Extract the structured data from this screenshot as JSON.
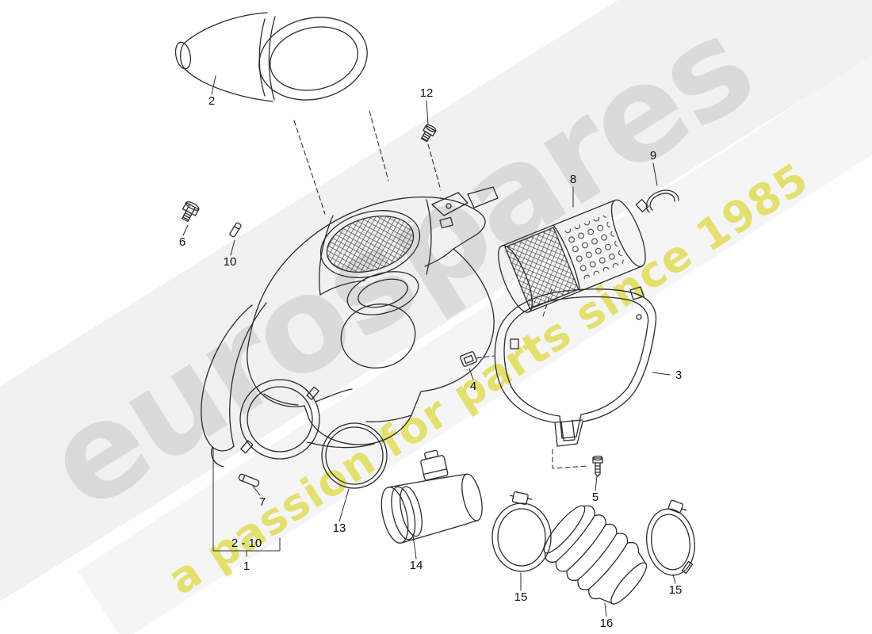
{
  "colors": {
    "background": "#ffffff",
    "line": "#2b2b2b",
    "callout_text": "#111111",
    "watermark_brand": "#c5c5c5",
    "watermark_tagline": "#ddd83e",
    "watermark_band": "#f1f1f1",
    "watermark_band_light": "#f5f5f5"
  },
  "watermark": {
    "brand": "eurospares",
    "tagline": "a passion for parts since 1985"
  },
  "callouts": {
    "n1": "1",
    "n2": "2",
    "n3": "3",
    "n4": "4",
    "n5": "5",
    "n6": "6",
    "n7": "7",
    "n8": "8",
    "n9": "9",
    "n10": "10",
    "n12": "12",
    "n13": "13",
    "n14": "14",
    "n15a": "15",
    "n15b": "15",
    "n16": "16",
    "range": "2 - 10"
  }
}
